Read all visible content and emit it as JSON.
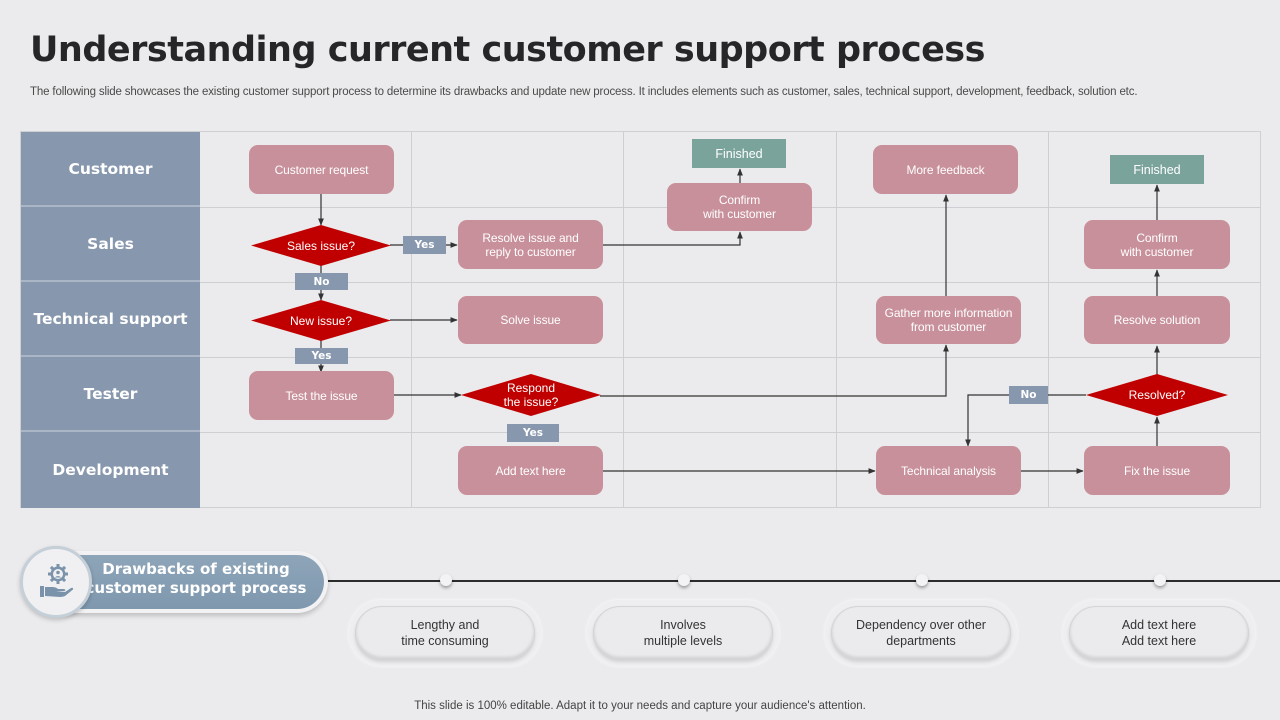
{
  "title": "Understanding current customer support process",
  "subtitle": "The following slide showcases the existing customer support process to determine its drawbacks and update new process. It includes elements such as customer, sales, technical support, development, feedback, solution etc.",
  "lanes": [
    "Customer",
    "Sales",
    "Technical support",
    "Tester",
    "Development"
  ],
  "nodes": {
    "customer_request": "Customer request",
    "sales_issue": "Sales issue?",
    "new_issue": "New issue?",
    "test_issue": "Test the issue",
    "resolve_reply": "Resolve issue and\nreply to customer",
    "solve_issue": "Solve issue",
    "respond_issue": "Respond\nthe issue?",
    "add_text": "Add text here",
    "finished_1": "Finished",
    "confirm_1": "Confirm\nwith customer",
    "more_feedback": "More feedback",
    "gather_info": "Gather more information\nfrom customer",
    "technical_analysis": "Technical analysis",
    "finished_2": "Finished",
    "confirm_2": "Confirm\nwith customer",
    "resolve_solution": "Resolve solution",
    "resolved": "Resolved?",
    "fix_issue": "Fix the issue"
  },
  "tags": {
    "yes_sales": "Yes",
    "no_sales": "No",
    "yes_new": "Yes",
    "yes_respond": "Yes",
    "no_resolved": "No"
  },
  "drawbacks": {
    "heading": "Drawbacks of existing\ncustomer support process",
    "icon": "hand-gear-user-icon",
    "items": [
      "Lengthy and\ntime consuming",
      "Involves\nmultiple levels",
      "Dependency over other\ndepartments",
      "Add text here\nAdd text here"
    ]
  },
  "footer": "This slide is 100% editable. Adapt it to your needs and capture your audience's attention.",
  "colors": {
    "lane_header": "#8797ad",
    "process_box": "#c8909a",
    "decision": "#c00000",
    "finished": "#7aa39b",
    "background": "#ebebed"
  }
}
